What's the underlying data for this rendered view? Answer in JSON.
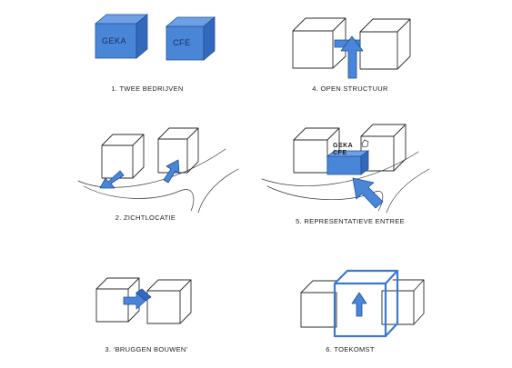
{
  "panels": [
    {
      "id": "p1",
      "caption": "1. TWEE BEDRIJVEN"
    },
    {
      "id": "p2",
      "caption": "2. ZICHTLOCATIE"
    },
    {
      "id": "p3",
      "caption": "3. ‘BRUGGEN BOUWEN’"
    },
    {
      "id": "p4",
      "caption": "4. OPEN STRUCTUUR"
    },
    {
      "id": "p5",
      "caption": "5. REPRESENTATIEVE ENTREE"
    },
    {
      "id": "p6",
      "caption": "6. TOEKOMST"
    }
  ],
  "labels": {
    "left_building": "GEKA",
    "right_building": "CFE",
    "sign_line1": "GEKA",
    "sign_line2": "CFE"
  },
  "colors": {
    "accent_blue": "#4a86d8",
    "ink": "#2b2b2b"
  }
}
